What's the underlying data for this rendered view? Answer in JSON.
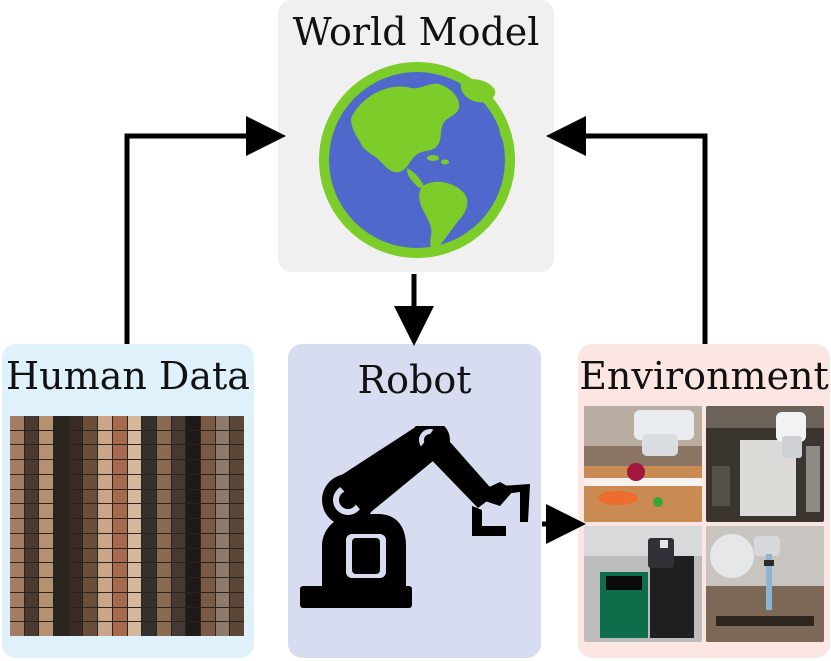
{
  "world_model": {
    "title": "World Model",
    "icon": "globe-icon"
  },
  "human_data": {
    "title": "Human Data",
    "image": "human-video-mosaic"
  },
  "robot": {
    "title": "Robot",
    "icon": "robot-arm-icon"
  },
  "environment": {
    "title": "Environment",
    "images": [
      "kitchen-counter-scene",
      "cabinet-door-scene",
      "trash-bin-scene",
      "drawer-scene"
    ]
  },
  "colors": {
    "globe_ocean": "#4f68cc",
    "globe_land": "#7ccc2a",
    "world_model_bg": "#f0f0f0",
    "human_data_bg": "#dff2fb",
    "robot_bg": "#d8dcf0",
    "environment_bg": "#fbe6e4",
    "arrow": "#000000"
  }
}
